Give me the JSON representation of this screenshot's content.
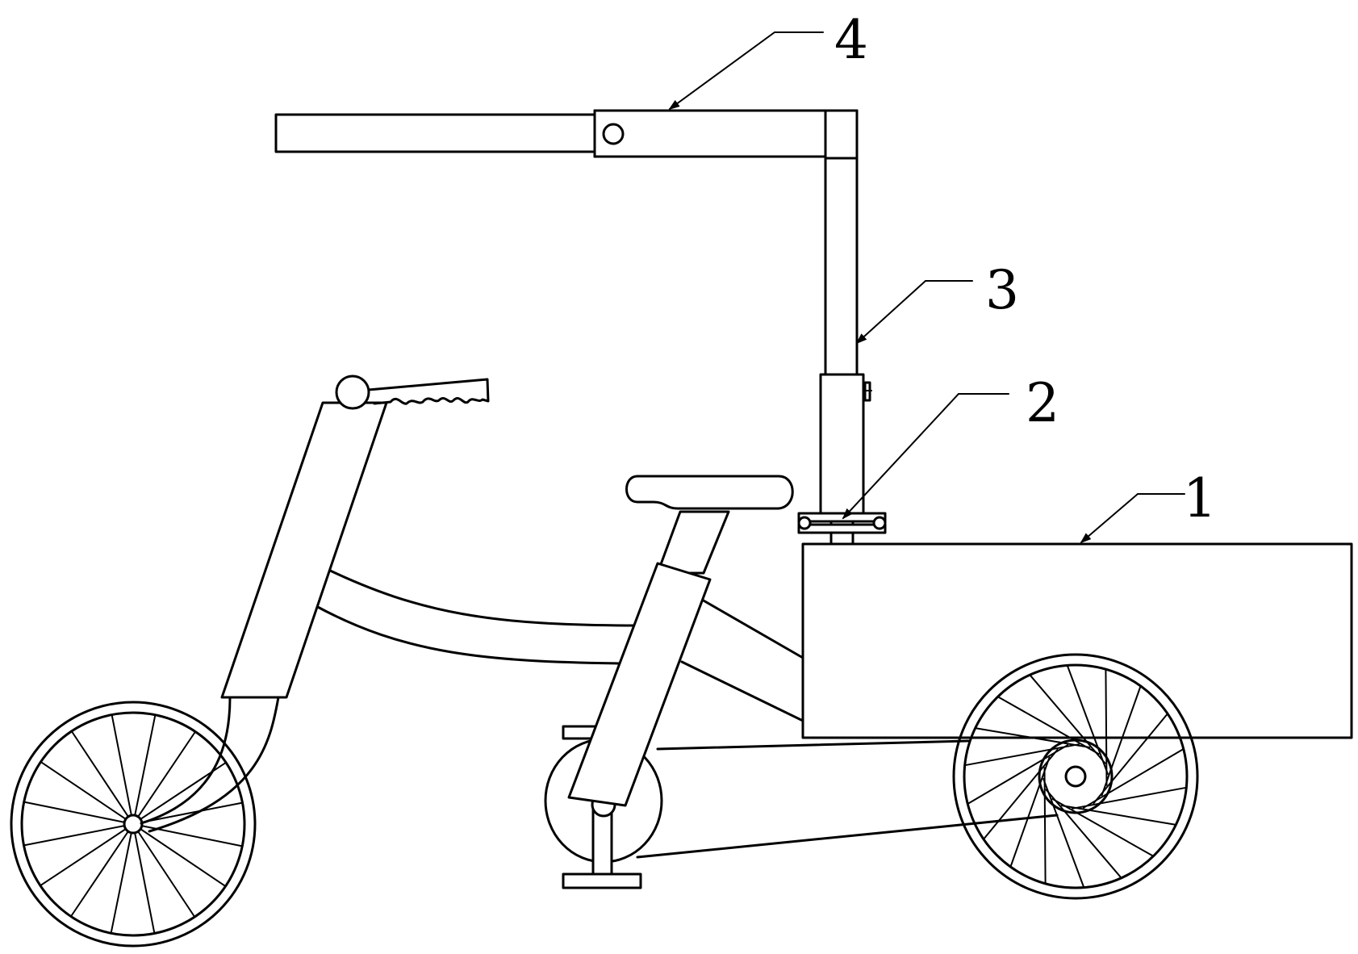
{
  "callouts": [
    {
      "id": "callout-1",
      "label": "1"
    },
    {
      "id": "callout-2",
      "label": "2"
    },
    {
      "id": "callout-3",
      "label": "3"
    },
    {
      "id": "callout-4",
      "label": "4"
    }
  ],
  "colors": {
    "line": "#000000",
    "background": "#ffffff"
  }
}
